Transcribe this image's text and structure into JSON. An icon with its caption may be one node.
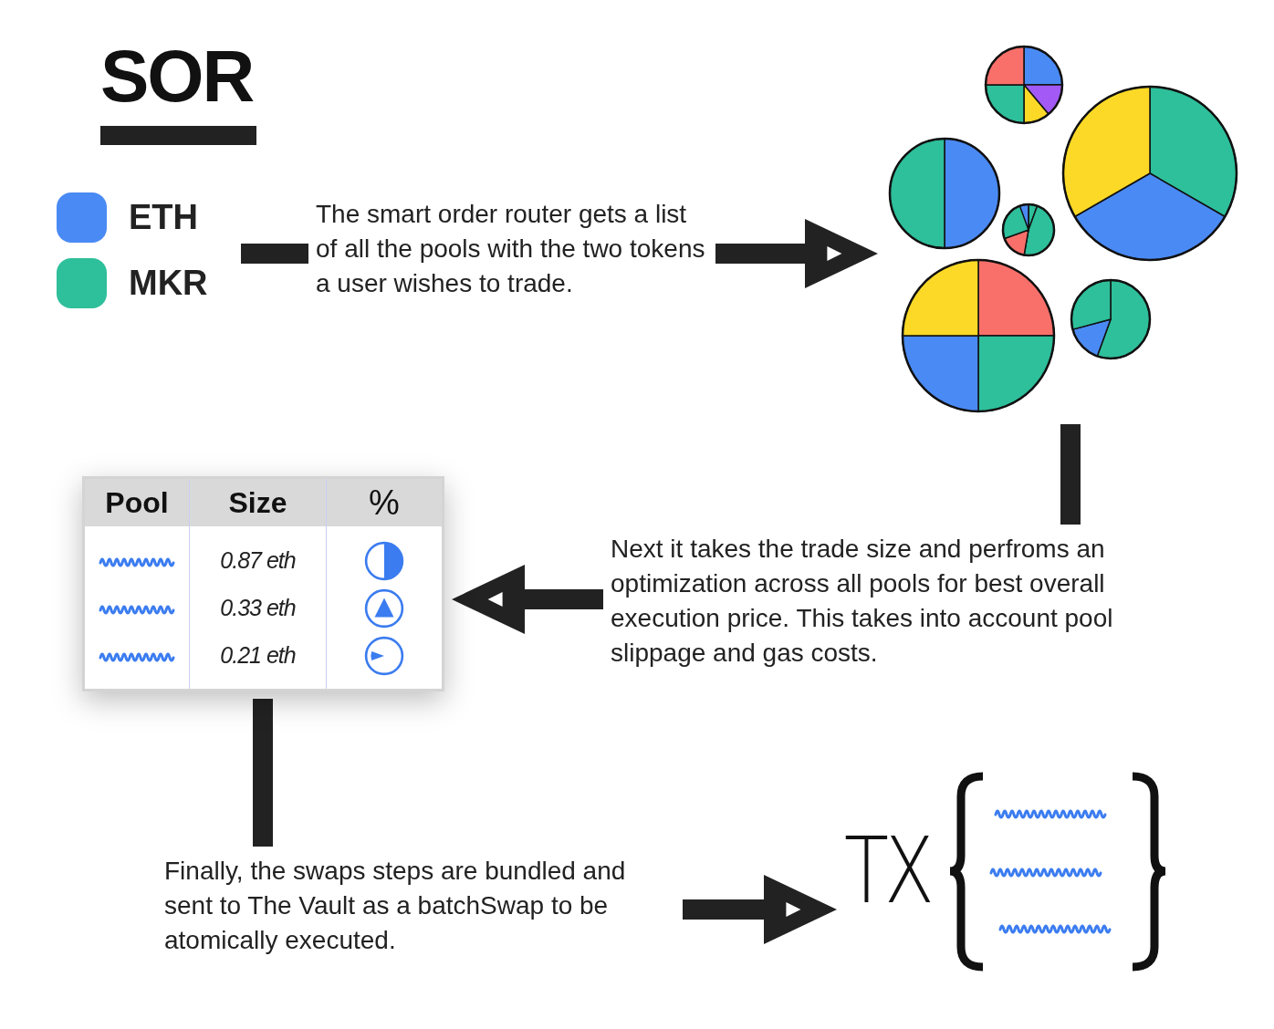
{
  "diagram": {
    "title": "SOR",
    "nodes": [
      {
        "text": [
          "The smart order router gets a list of all the pools with the two tokens a user wishes to trade."
        ]
      },
      {
        "text": [],
        "shape": "picture"
      },
      {
        "text": [
          "Next it takes the trade size and perfroms an optimization across all pools for best overall execution price. This takes into account pool slippage and gas costs."
        ]
      },
      {
        "text": [
          "Pool",
          "Size",
          "%",
          "0.87 eth",
          "0.33 eth",
          "0.21 eth"
        ]
      },
      {
        "text": [
          "Finally, the swaps steps are bundled and sent to The Vault as a batchSwap to be atomically executed."
        ]
      },
      {
        "text": [
          "TX"
        ]
      }
    ],
    "edges": [
      {
        "from": null,
        "to": 0,
        "arrow": "none"
      },
      {
        "from": 0,
        "to": 1,
        "arrow": "to"
      },
      {
        "from": 1,
        "to": 2,
        "arrow": "none"
      },
      {
        "from": 2,
        "to": 3,
        "arrow": "to"
      },
      {
        "from": 3,
        "to": 4,
        "arrow": "none"
      },
      {
        "from": 4,
        "to": 5,
        "arrow": "to"
      }
    ],
    "legend": [
      {
        "text": "ETH",
        "color": "#4a8af4"
      },
      {
        "text": "MKR",
        "color": "#2ebf9b"
      }
    ]
  }
}
